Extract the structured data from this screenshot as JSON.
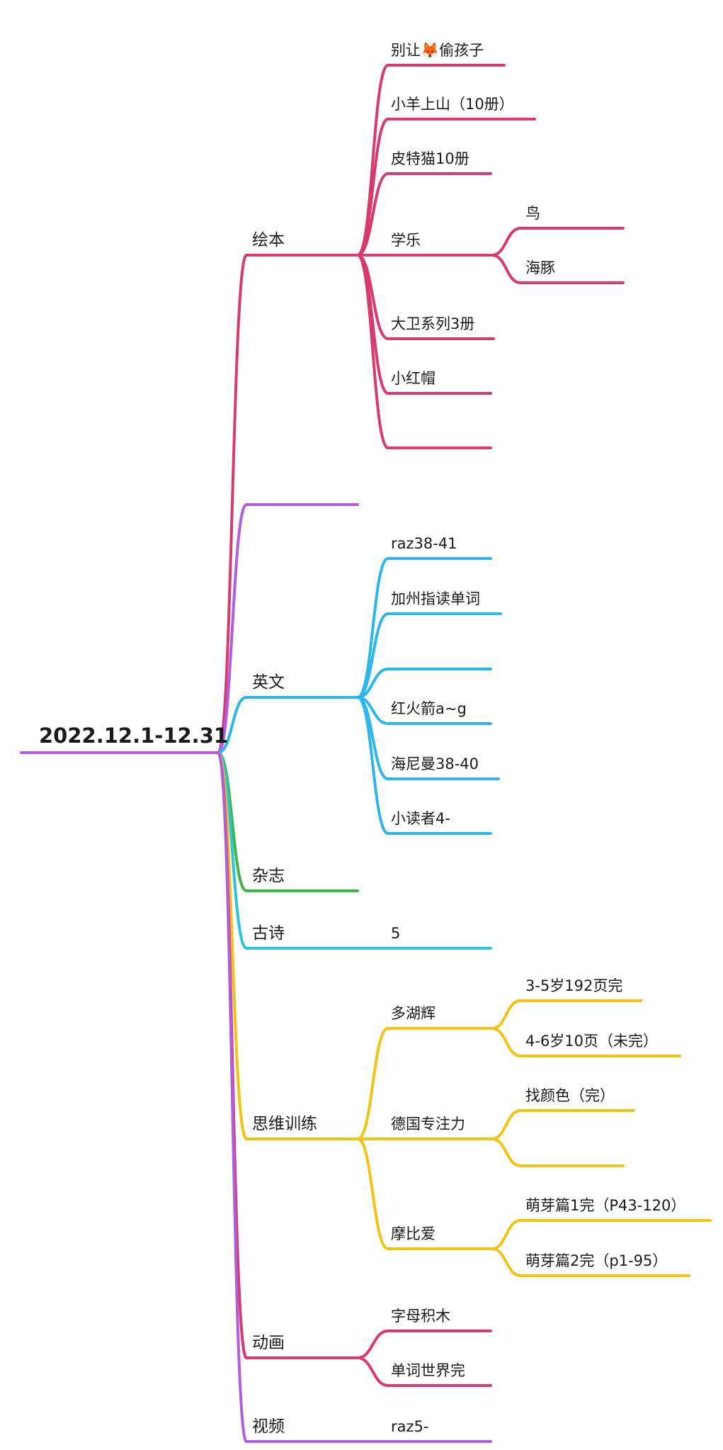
{
  "root": {
    "label": "2022.12.1-12.31",
    "color": "#b05ee0"
  },
  "branches": [
    {
      "label": "绘本",
      "color": "#d63a6e",
      "children": [
        {
          "label": "别让🦊偷孩子"
        },
        {
          "label": "小羊上山（10册）"
        },
        {
          "label": "皮特猫10册"
        },
        {
          "label": "学乐",
          "children": [
            {
              "label": "鸟"
            },
            {
              "label": "海豚"
            }
          ]
        },
        {
          "label": "大卫系列3册"
        },
        {
          "label": "小红帽"
        },
        {
          "label": ""
        }
      ]
    },
    {
      "label": "",
      "color": "#b05ee0",
      "children": []
    },
    {
      "label": "英文",
      "color": "#2fb6e8",
      "children": [
        {
          "label": "raz38-41"
        },
        {
          "label": "加州指读单词"
        },
        {
          "label": ""
        },
        {
          "label": "红火箭a~g"
        },
        {
          "label": "海尼曼38-40"
        },
        {
          "label": "小读者4-"
        }
      ]
    },
    {
      "label": "杂志",
      "color": "#3cb54a",
      "children": []
    },
    {
      "label": "古诗",
      "color": "#2ec4d6",
      "children": [
        {
          "label": "5"
        }
      ]
    },
    {
      "label": "思维训练",
      "color": "#f2c315",
      "children": [
        {
          "label": "多湖辉",
          "children": [
            {
              "label": "3-5岁192页完"
            },
            {
              "label": "4-6岁10页（未完）"
            }
          ]
        },
        {
          "label": "德国专注力",
          "children": [
            {
              "label": "找颜色（完）"
            },
            {
              "label": ""
            }
          ]
        },
        {
          "label": "摩比爱",
          "children": [
            {
              "label": "萌芽篇1完（P43-120）"
            },
            {
              "label": "萌芽篇2完（p1-95）"
            }
          ]
        }
      ]
    },
    {
      "label": "动画",
      "color": "#d63a6e",
      "children": [
        {
          "label": "字母积木"
        },
        {
          "label": "单词世界完"
        }
      ]
    },
    {
      "label": "视频",
      "color": "#b05ee0",
      "children": [
        {
          "label": "raz5-"
        }
      ]
    }
  ]
}
